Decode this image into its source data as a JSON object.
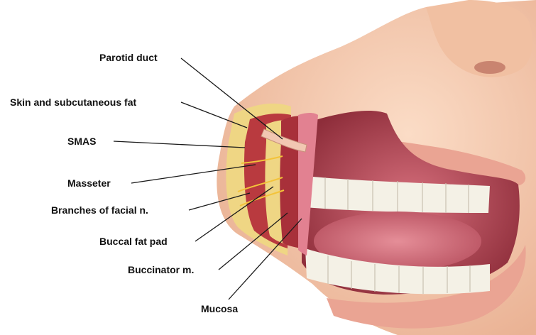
{
  "labels": {
    "parotid_duct": "Parotid duct",
    "skin_fat": "Skin and subcutaneous fat",
    "smas": "SMAS",
    "masseter": "Masseter",
    "facial_branches": "Branches of facial n.",
    "buccal_fat": "Buccal fat pad",
    "buccinator": "Buccinator m.",
    "mucosa": "Mucosa"
  },
  "colors": {
    "skin": "#f6ccb0",
    "skin_shadow": "#e8a98a",
    "lips": "#e8a090",
    "muscle": "#b8323a",
    "fat": "#e9d27a",
    "nerve": "#f0c040",
    "mucosa": "#e07a86",
    "tongue": "#d06a78",
    "teeth": "#f7f5ee"
  }
}
